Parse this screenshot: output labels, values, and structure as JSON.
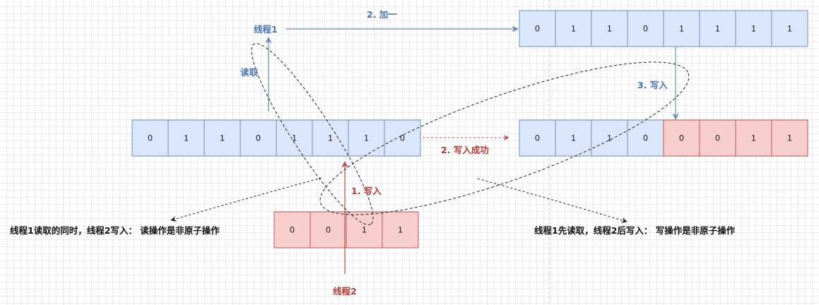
{
  "colors": {
    "blue_fill": "#dae6fb",
    "blue_stroke": "#6c8ebf",
    "red_fill": "#f8cecc",
    "red_stroke": "#b85450",
    "blue_text": "#4a74b8",
    "red_text": "#b83a34"
  },
  "arrays": {
    "top_right": [
      "0",
      "1",
      "1",
      "0",
      "1",
      "1",
      "1",
      "1"
    ],
    "middle_left": [
      "0",
      "1",
      "1",
      "0",
      "1",
      "1",
      "1",
      "0"
    ],
    "middle_right": [
      "0",
      "1",
      "1",
      "0",
      "0",
      "0",
      "1",
      "1"
    ],
    "bottom": [
      "0",
      "0",
      "1",
      "1"
    ]
  },
  "labels": {
    "thread1": "线程1",
    "thread2": "线程2",
    "read": "读取",
    "add_one": "2. 加一",
    "write_3": "3. 写入",
    "write_1": "1. 写入",
    "write_success": "2. 写入成功"
  },
  "notes": {
    "left": "线程1读取的同时，线程2写入： 读操作是非原子操作",
    "right": "线程1先读取，线程2后写入： 写操作是非原子操作"
  }
}
